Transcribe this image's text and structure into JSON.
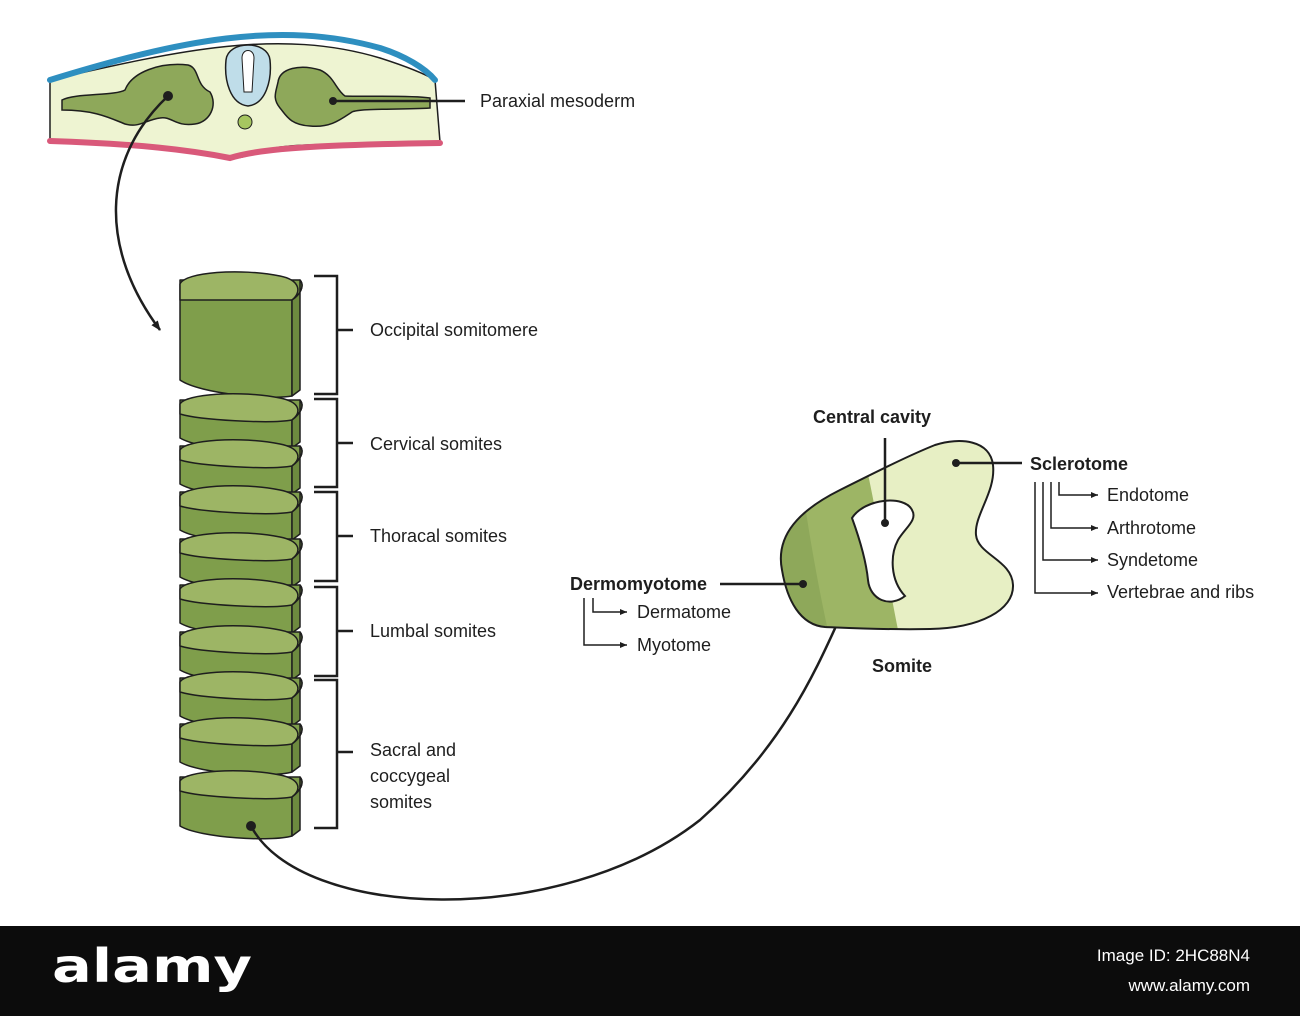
{
  "labels": {
    "paraxial_mesoderm": "Paraxial mesoderm",
    "occipital": "Occipital somitomere",
    "cervical": "Cervical somites",
    "thoracal": "Thoracal somites",
    "lumbal": "Lumbal somites",
    "sacral": "Sacral and coccygeal somites",
    "central_cavity": "Central cavity",
    "sclerotome": "Sclerotome",
    "endotome": "Endotome",
    "arthrotome": "Arthrotome",
    "syndetome": "Syndetome",
    "vertebrae_ribs": "Vertebrae and ribs",
    "dermomyotome": "Dermomyotome",
    "dermatome": "Dermatome",
    "myotome": "Myotome",
    "somite": "Somite"
  },
  "watermark": {
    "brand": "alamy",
    "image_id": "Image ID: 2HC88N4",
    "site": "www.alamy.com"
  },
  "colors": {
    "ectoderm": "#2e8fc0",
    "endoderm": "#d9597a",
    "mesenchyme": "#eef4d2",
    "somite_dark": "#7f9e4b",
    "somite_mid": "#9db565",
    "somite_light": "#e7efc4",
    "neural_tube": "#bfdde9",
    "stroke": "#1e1e1e",
    "footer": "#0c0c0c"
  }
}
